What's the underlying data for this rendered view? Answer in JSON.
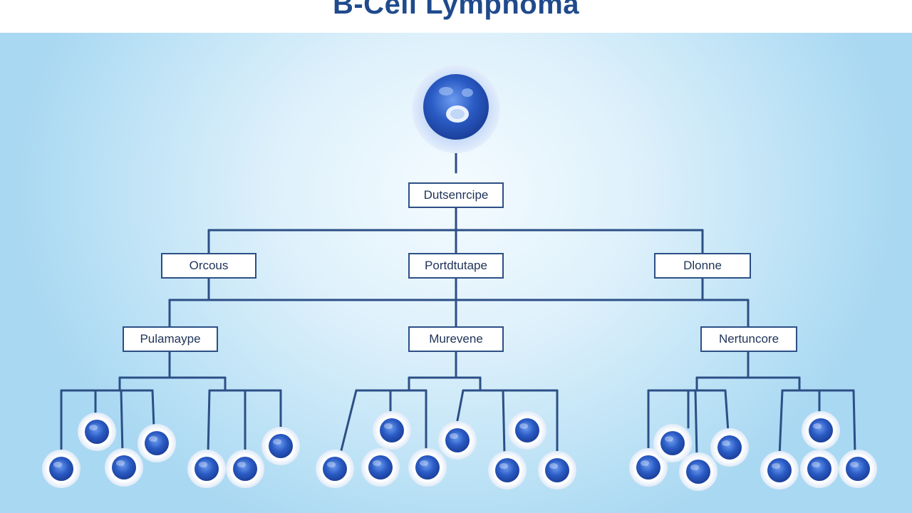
{
  "title": "B-Cell Lymphoma",
  "colors": {
    "line": "#2c4f86",
    "cell_core": "#2a5bc4",
    "cell_halo": "#e6f0fb",
    "box_border": "#2c4f86"
  },
  "nodes": {
    "root": "Dutsenrcipe",
    "level1": [
      "Orcous",
      "Portdtutape",
      "Dlonne"
    ],
    "level2": [
      "Pulamaype",
      "Murevene",
      "Nertuncore"
    ]
  }
}
